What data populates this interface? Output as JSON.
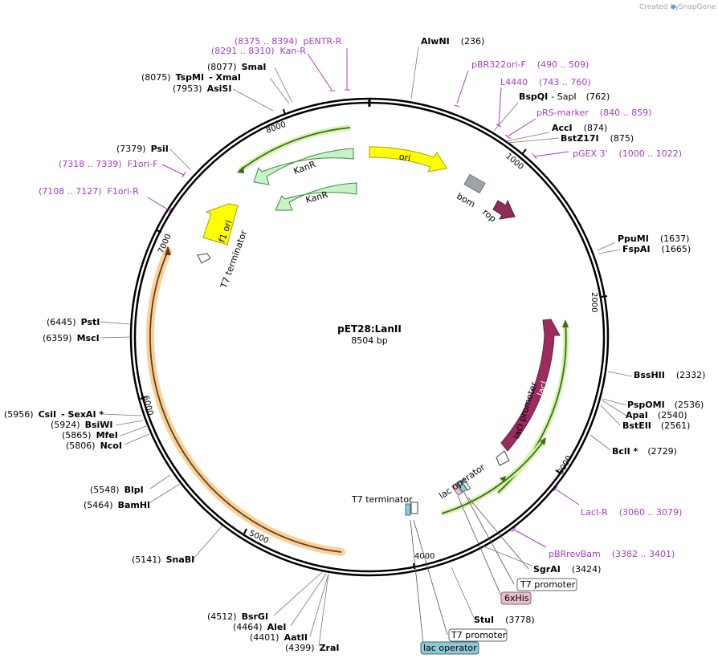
{
  "plasmid": {
    "name": "pET28:LanII",
    "size_label": "8504 bp",
    "length": 8504
  },
  "credit": {
    "created_by": "Created by",
    "brand": "SnapGene"
  },
  "colors": {
    "primer": "#a23cc9",
    "kan": "#c8f2c8",
    "ori": "#ffff00",
    "laci": "#9c2c5e",
    "rop": "#8e2c5a",
    "bom": "#9ea3a7",
    "lac_op": "#8fc7d5",
    "his": "#e6bfca",
    "orf": "#f6d29a",
    "orf_line": "#6b3a16",
    "arrow": "#4f8b1d"
  },
  "ticks": [
    "1000",
    "2000",
    "3000",
    "4000",
    "5000",
    "6000",
    "7000",
    "8000"
  ],
  "sites": [
    {
      "id": "alwni",
      "name": "AlwNI",
      "pos": "(236)"
    },
    {
      "id": "bspqi",
      "name": "BspQI",
      "suffix": "- SapI",
      "pos": "(762)"
    },
    {
      "id": "acci",
      "name": "AccI",
      "pos": "(874)"
    },
    {
      "id": "bstz17i",
      "name": "BstZ17I",
      "pos": "(875)"
    },
    {
      "id": "ppumi",
      "name": "PpuMI",
      "pos": "(1637)"
    },
    {
      "id": "fspai",
      "name": "FspAI",
      "pos": "(1665)"
    },
    {
      "id": "bsshii",
      "name": "BssHII",
      "pos": "(2332)"
    },
    {
      "id": "pspomi",
      "name": "PspOMI",
      "pos": "(2536)"
    },
    {
      "id": "apai",
      "name": "ApaI",
      "pos": "(2540)"
    },
    {
      "id": "bsteii",
      "name": "BstEII",
      "pos": "(2561)"
    },
    {
      "id": "bcli",
      "name": "BclI *",
      "pos": "(2729)"
    },
    {
      "id": "sgrai",
      "name": "SgrAI",
      "pos": "(3424)"
    },
    {
      "id": "stui",
      "name": "StuI",
      "pos": "(3778)"
    },
    {
      "id": "zrai",
      "name": "ZraI",
      "pos": "(4399)"
    },
    {
      "id": "aatii",
      "name": "AatII",
      "pos": "(4401)"
    },
    {
      "id": "alei",
      "name": "AleI",
      "pos": "(4464)"
    },
    {
      "id": "bsrgi",
      "name": "BsrGI",
      "pos": "(4512)"
    },
    {
      "id": "snabi",
      "name": "SnaBI",
      "pos": "(5141)"
    },
    {
      "id": "bamhi",
      "name": "BamHI",
      "pos": "(5464)"
    },
    {
      "id": "blpi",
      "name": "BlpI",
      "pos": "(5548)"
    },
    {
      "id": "ncoi",
      "name": "NcoI",
      "pos": "(5806)"
    },
    {
      "id": "mfei",
      "name": "MfeI",
      "pos": "(5865)"
    },
    {
      "id": "bsiwi",
      "name": "BsiWI",
      "pos": "(5924)"
    },
    {
      "id": "csii",
      "name": "CsiI",
      "suffix": "- SexAI *",
      "pos": "(5956)"
    },
    {
      "id": "msci",
      "name": "MscI",
      "pos": "(6359)"
    },
    {
      "id": "psti",
      "name": "PstI",
      "pos": "(6445)"
    },
    {
      "id": "psii",
      "name": "PsiI",
      "pos": "(7379)"
    },
    {
      "id": "asisi",
      "name": "AsiSI",
      "pos": "(7953)"
    },
    {
      "id": "tspmi",
      "name": "TspMI",
      "suffix": "- XmaI",
      "pos": "(8075)"
    },
    {
      "id": "smai",
      "name": "SmaI",
      "pos": "(8077)"
    }
  ],
  "primers": [
    {
      "id": "pbr322ori-f",
      "label": "pBR322ori-F    (490 .. 509)"
    },
    {
      "id": "l4440",
      "label": "L4440    (743 .. 760)"
    },
    {
      "id": "prs-marker",
      "label": "pRS-marker    (840 .. 859)"
    },
    {
      "id": "pgex3",
      "label": "pGEX 3'    (1000 .. 1022)"
    },
    {
      "id": "laci-r",
      "label": "LacI-R    (3060 .. 3079)"
    },
    {
      "id": "pbrrevbam",
      "label": "pBRrevBam    (3382 .. 3401)"
    },
    {
      "id": "f1ori-r",
      "label": "(7108 .. 7127)  F1ori-R"
    },
    {
      "id": "f1ori-f",
      "label": "(7318 .. 7339)  F1ori-F"
    },
    {
      "id": "kan-r",
      "label": "(8291 .. 8310)  Kan-R"
    },
    {
      "id": "pentr-r",
      "label": "(8375 .. 8394)  pENTR-R"
    }
  ],
  "features": {
    "kanr1": "KanR",
    "kanr2": "KanR",
    "ori": "ori",
    "bom": "bom",
    "rop": "rop",
    "laci": "lacI",
    "laci_promoter": "lacI promoter",
    "lac_operator": "lac operator",
    "t7_terminator_top": "T7 terminator",
    "t7_terminator_bottom": "T7 terminator",
    "f1_ori": "f1 ori"
  },
  "boxes": {
    "t7_promoter_1": "T7 promoter",
    "his": "6xHis",
    "t7_promoter_2": "T7 promoter",
    "lac_operator": "lac operator"
  }
}
